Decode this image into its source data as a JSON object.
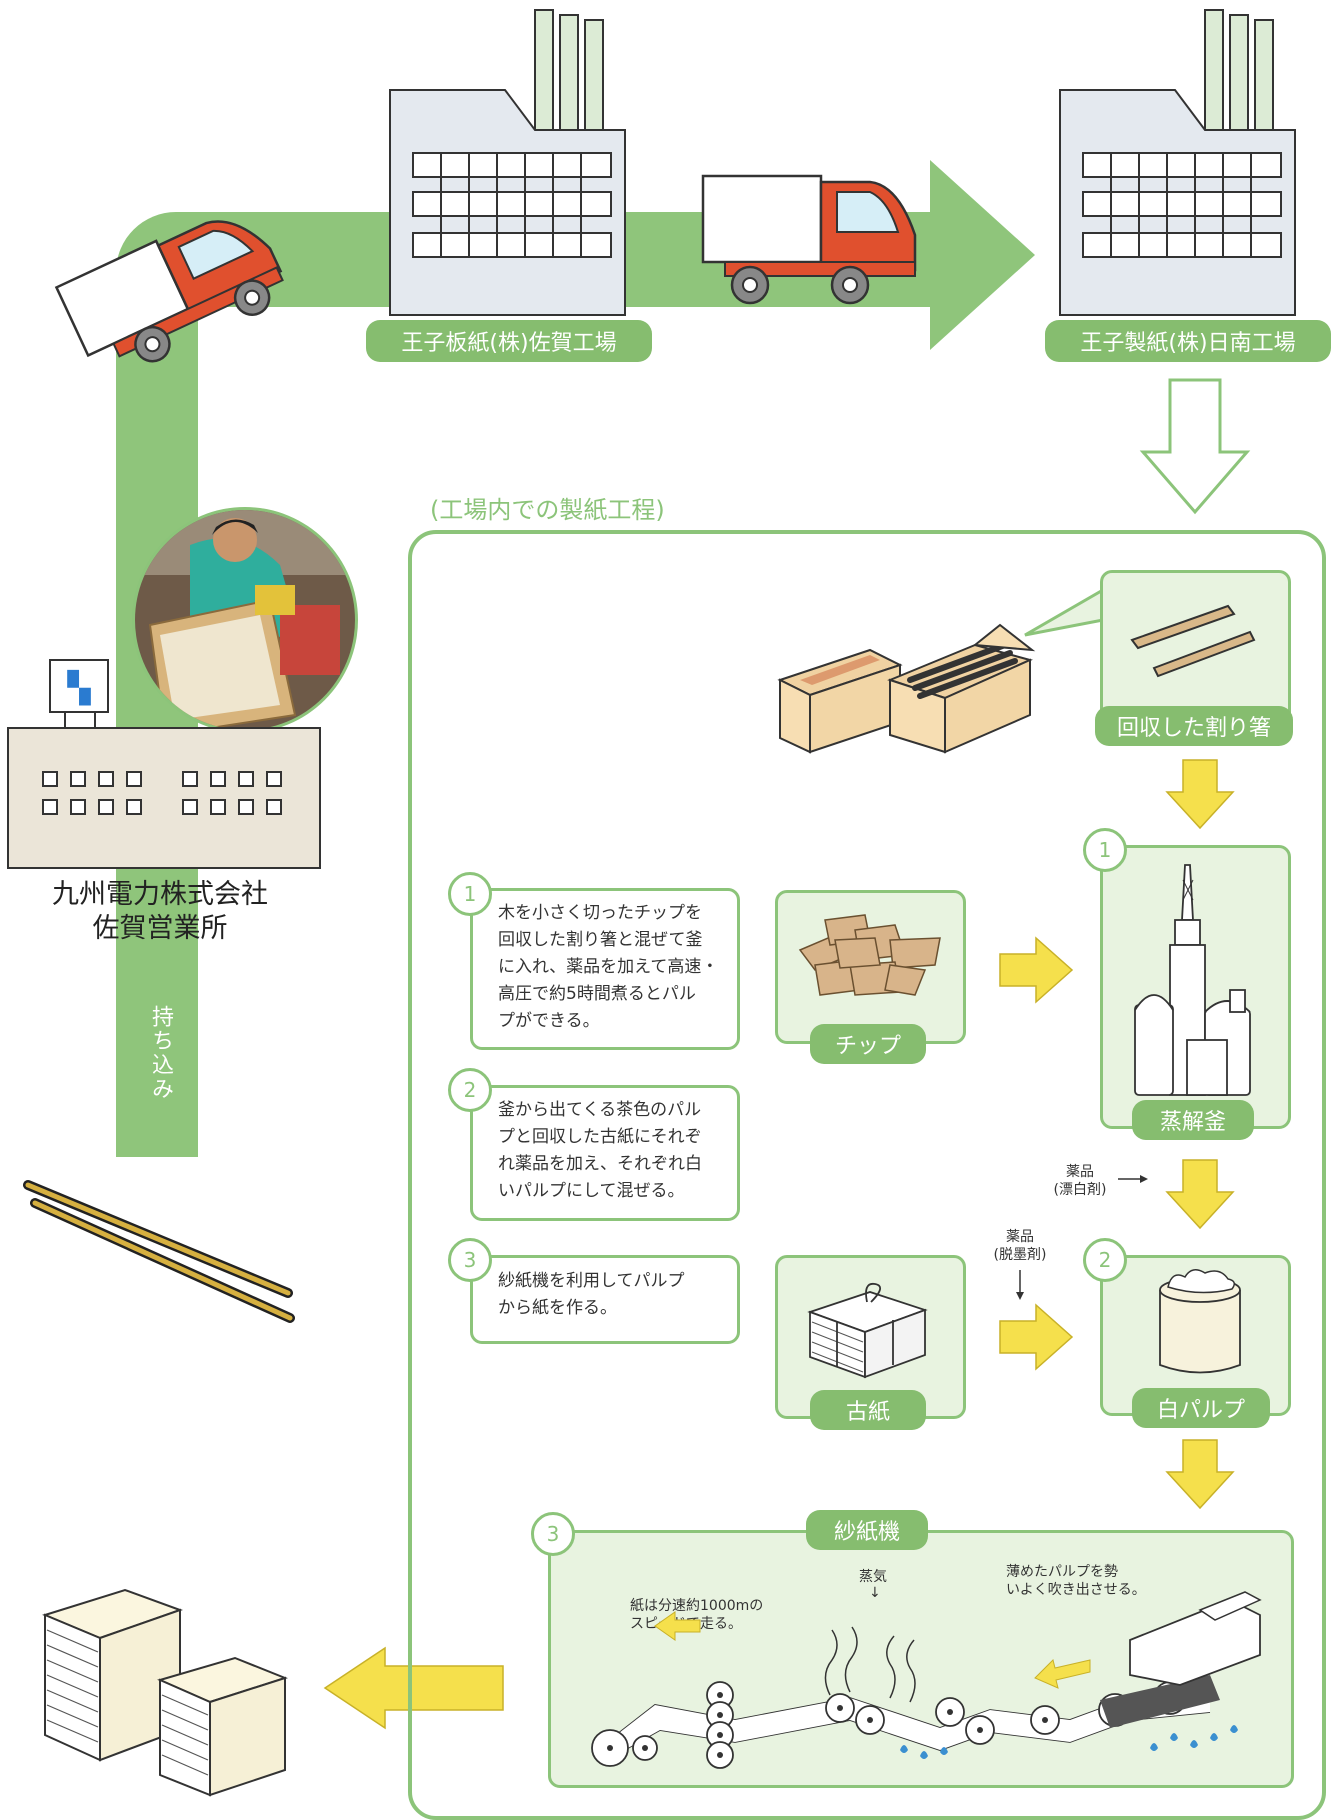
{
  "factories": {
    "saga": "王子板紙(株)佐賀工場",
    "nichinan": "王子製紙(株)日南工場"
  },
  "office": {
    "line1": "九州電力株式会社",
    "line2": "佐賀営業所"
  },
  "bring_in": "持ち込み",
  "process_title": "(工場内での製紙工程)",
  "collected_chopsticks": "回収した割り箸",
  "steps": [
    {
      "num": "1",
      "text": "木を小さく切ったチップを\n回収した割り箸と混ぜて釜\nに入れ、薬品を加えて高速・\n高圧で約5時間煮るとパル\nプができる。"
    },
    {
      "num": "2",
      "text": "釜から出てくる茶色のパル\nプと回収した古紙にそれぞ\nれ薬品を加え、それぞれ白\nいパルプにして混ぜる。"
    },
    {
      "num": "3",
      "text": "紗紙機を利用してパルプ\nから紙を作る。"
    }
  ],
  "materials": {
    "chip": "チップ",
    "wastepaper": "古紙"
  },
  "stations": {
    "digester": {
      "num": "1",
      "label": "蒸解釜"
    },
    "white_pulp": {
      "num": "2",
      "label": "白パルプ"
    },
    "machine": {
      "num": "3",
      "label": "紗紙機"
    }
  },
  "chemicals": {
    "bleach": "薬品\n(漂白剤)",
    "deink": "薬品\n(脱墨剤)"
  },
  "machine_notes": {
    "speed": "紙は分速約1000mの\nスピードで走る。",
    "steam": "蒸気",
    "jet": "薄めたパルプを勢\nいよく吹き出させる。"
  },
  "colors": {
    "green_band": "#8fc57b",
    "green_border": "#8cc47a",
    "green_fill": "#e8f3e0",
    "truck_red": "#e0502e",
    "yellow_arrow": "#f5e04c"
  }
}
